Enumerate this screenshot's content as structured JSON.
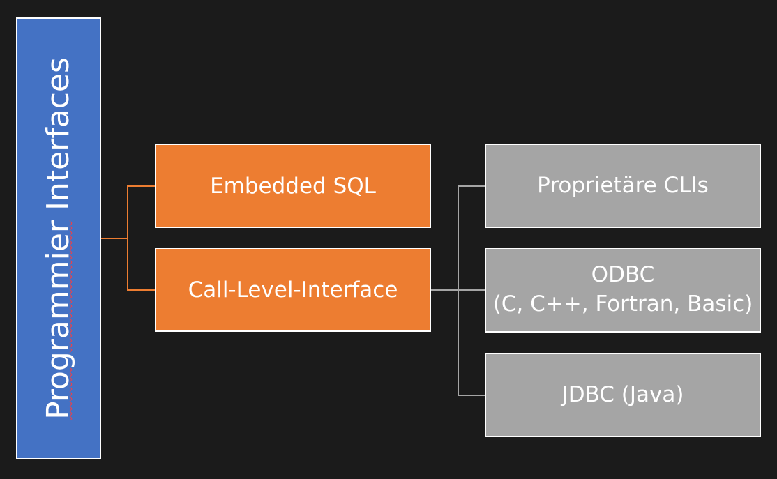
{
  "root": {
    "label_part1": "Programmier",
    "label_part2": " Interfaces"
  },
  "level1": [
    {
      "label": "Embedded SQL"
    },
    {
      "label": "Call-Level-Interface"
    }
  ],
  "level2": [
    {
      "label": "Proprietäre CLIs"
    },
    {
      "label_line1": "ODBC",
      "label_line2": "(C, C++, Fortran, Basic)"
    },
    {
      "label": "JDBC (Java)"
    }
  ],
  "colors": {
    "background": "#1b1b1b",
    "root_fill": "#4472c4",
    "level1_fill": "#ed7d31",
    "level2_fill": "#a5a5a5",
    "level1_connector": "#ed7d31",
    "level2_connector": "#a5a5a5",
    "border": "#ffffff"
  }
}
